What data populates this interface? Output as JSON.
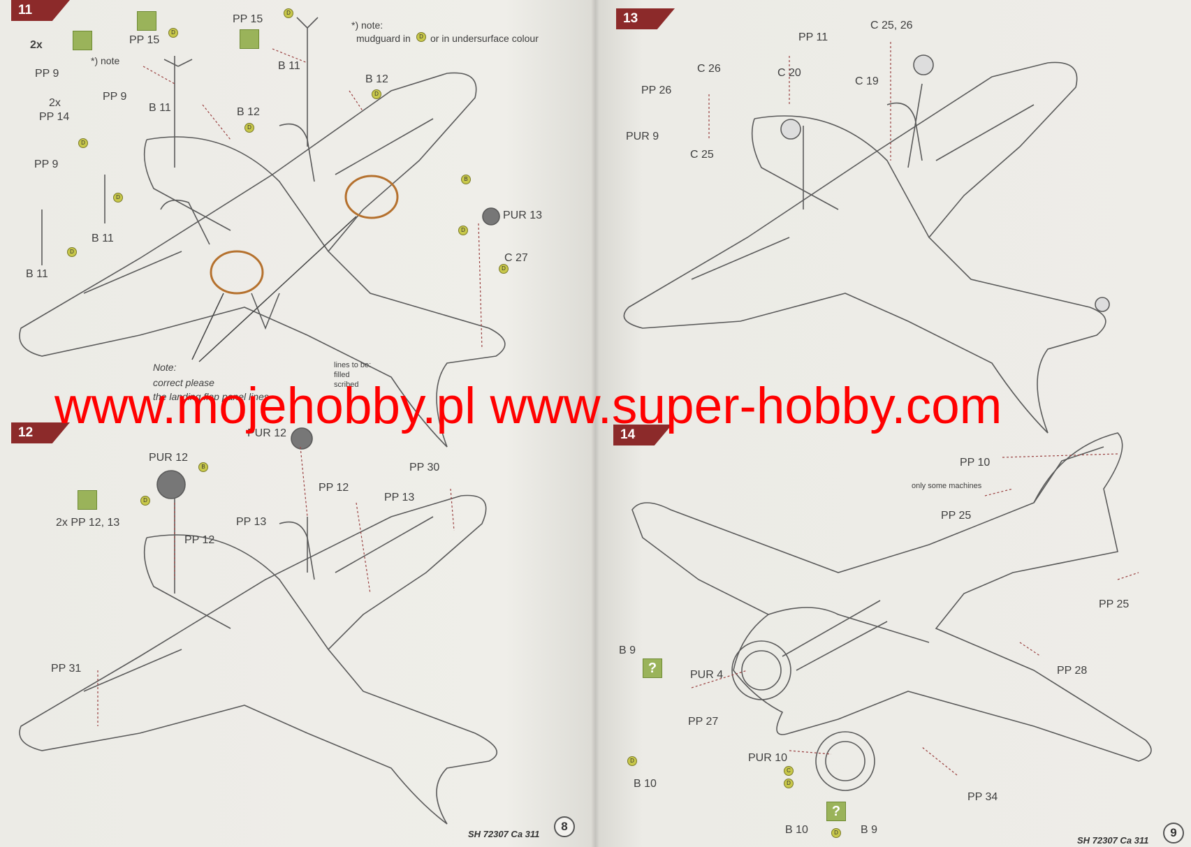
{
  "steps": {
    "s11": "11",
    "s12": "12",
    "s13": "13",
    "s14": "14"
  },
  "step11": {
    "note_top_1": "*) note:",
    "note_top_2": "mudguard in",
    "note_top_3": "or in undersurface colour",
    "qty_2x": "2x",
    "pp9_a": "PP 9",
    "note_small": "*) note",
    "pp15_a": "PP 15",
    "pp15_b": "PP 15",
    "b11_a": "B 11",
    "b11_b": "B 11",
    "b11_c": "B 11",
    "b11_d": "B 11",
    "b12_a": "B 12",
    "b12_b": "B 12",
    "qty_2x_b": "2x",
    "pp14": "PP 14",
    "pp9_b": "PP 9",
    "pp9_c": "PP 9",
    "pur13": "PUR 13",
    "c27": "C 27",
    "note_1": "Note:",
    "note_2": "correct please",
    "note_3": "the landing flap panel lines",
    "lines_1": "lines to be:",
    "lines_2": "filled",
    "lines_3": "scribed"
  },
  "step12": {
    "pur12_top": "PUR 12",
    "pur12": "PUR 12",
    "qty": "2x PP 12, 13",
    "pp12_a": "PP 12",
    "pp12_b": "PP 12",
    "pp13_a": "PP 13",
    "pp13_b": "PP 13",
    "pp30": "PP 30",
    "pp31": "PP 31"
  },
  "step13": {
    "pp11": "PP 11",
    "c25_26": "C 25, 26",
    "c26": "C 26",
    "c20": "C 20",
    "c19": "C 19",
    "pp26": "PP 26",
    "pur9": "PUR 9",
    "c25": "C 25"
  },
  "step14": {
    "pp10": "PP 10",
    "only_some": "only some machines",
    "pp25_a": "PP 25",
    "pp25_b": "PP 25",
    "pp28": "PP 28",
    "b9_a": "B 9",
    "b9_b": "B 9",
    "pur4": "PUR 4",
    "pp27": "PP 27",
    "b10_a": "B 10",
    "b10_b": "B 10",
    "pur10": "PUR 10",
    "pp34": "PP 34",
    "q": "?"
  },
  "paint_codes": {
    "d": "D",
    "b": "B",
    "c": "C"
  },
  "footer": {
    "left_code": "SH 72307 Ca 311",
    "left_page": "8",
    "right_code": "SH 72307 Ca 311",
    "right_page": "9"
  },
  "watermark": "www.mojehobby.pl www.super-hobby.com",
  "colors": {
    "step_tab": "#8c2a2a",
    "watermark": "#ff0000",
    "paint_chip": "#9ab35a",
    "highlight_circle": "#b5712e"
  }
}
